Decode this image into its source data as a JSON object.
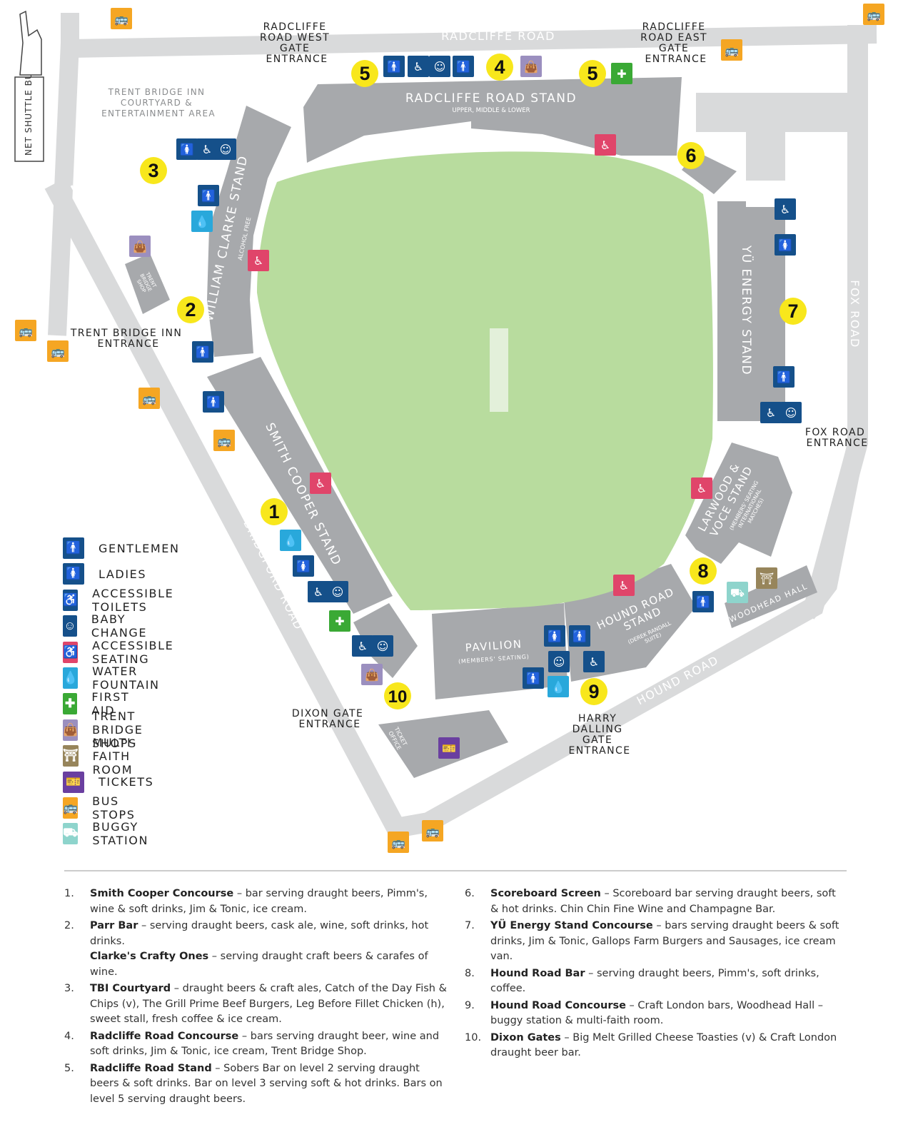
{
  "shuttle_stop": "NET SHUTTLE BUS STOP",
  "roads": {
    "radcliffe": "RADCLIFFE ROAD",
    "fox": "FOX ROAD",
    "hound": "HOUND ROAD",
    "bridgford": "BRIDGFORD ROAD"
  },
  "areas": {
    "tbi_courtyard": [
      "TRENT BRIDGE INN",
      "COURTYARD &",
      "ENTERTAINMENT AREA"
    ],
    "trent_bridge_shop": [
      "TRENT",
      "BRIDGE",
      "SHOP"
    ],
    "woodhead_hall": "WOODHEAD HALL",
    "ticket_office": [
      "TICKET",
      "OFFICE"
    ]
  },
  "entrances": {
    "radcliffe_west": [
      "RADCLIFFE",
      "ROAD WEST",
      "GATE",
      "ENTRANCE"
    ],
    "radcliffe_east": [
      "RADCLIFFE",
      "ROAD EAST",
      "GATE",
      "ENTRANCE"
    ],
    "tbi": [
      "TRENT BRIDGE INN",
      "ENTRANCE"
    ],
    "fox_road": [
      "FOX ROAD",
      "ENTRANCE"
    ],
    "dixon_gate": [
      "DIXON GATE",
      "ENTRANCE"
    ],
    "harry_dalling": [
      "HARRY",
      "DALLING",
      "GATE",
      "ENTRANCE"
    ]
  },
  "stands": {
    "radcliffe": {
      "name": "RADCLIFFE ROAD STAND",
      "sub": "UPPER, MIDDLE & LOWER"
    },
    "william_clarke": {
      "name": "WILLIAM CLARKE STAND",
      "sub": "ALCOHOL FREE"
    },
    "smith_cooper": {
      "name": "SMITH COOPER STAND"
    },
    "yu_energy": {
      "name": "YÜ ENERGY STAND"
    },
    "larwood_voce": {
      "name": [
        "LARWOOD &",
        "VOCE STAND"
      ],
      "sub": [
        "(MEMBERS' SEATING",
        "INTERNATIONAL",
        "MATCHES)"
      ]
    },
    "hound_road": {
      "name": [
        "HOUND ROAD",
        "STAND"
      ],
      "sub": [
        "(DEREK RANDALL",
        "SUITE)"
      ]
    },
    "pavilion": {
      "name": "PAVILION",
      "sub": "(MEMBERS' SEATING)"
    }
  },
  "markers": [
    "1",
    "2",
    "3",
    "4",
    "5",
    "5",
    "6",
    "7",
    "8",
    "9",
    "10"
  ],
  "colors": {
    "toilet": "#15508a",
    "accessible_seating": "#e0456a",
    "water": "#29a8db",
    "first_aid": "#3aa935",
    "shop": "#9b8fbf",
    "faith": "#97855b",
    "tickets": "#6a3fa0",
    "bus": "#f5a623",
    "buggy": "#8ed4cc",
    "pitch": "#b8dc9e",
    "stand": "#a7a9ac",
    "road": "#d9dadb",
    "marker": "#f8e71c"
  },
  "legend": [
    {
      "label": "GENTLEMEN",
      "icon": "gentlemen-icon",
      "glyph": "🚹",
      "color": "#15508a"
    },
    {
      "label": "LADIES",
      "icon": "ladies-icon",
      "glyph": "🚺",
      "color": "#15508a"
    },
    {
      "label": "ACCESSIBLE TOILETS",
      "icon": "wheelchair-icon",
      "glyph": "♿",
      "color": "#15508a"
    },
    {
      "label": "BABY CHANGE",
      "icon": "baby-change-icon",
      "glyph": "☺",
      "color": "#15508a"
    },
    {
      "label": "ACCESSIBLE SEATING",
      "icon": "accessible-seating-icon",
      "glyph": "♿",
      "color": "#e0456a"
    },
    {
      "label": "WATER FOUNTAIN",
      "icon": "water-drop-icon",
      "glyph": "💧",
      "color": "#29a8db"
    },
    {
      "label": "FIRST AID",
      "icon": "first-aid-icon",
      "glyph": "✚",
      "color": "#3aa935"
    },
    {
      "label": "TRENT BRIDGE SHOPS",
      "icon": "shopping-bag-icon",
      "glyph": "👜",
      "color": "#9b8fbf"
    },
    {
      "label": "MULTI-FAITH ROOM",
      "icon": "multi-faith-icon",
      "glyph": "⛩",
      "color": "#97855b"
    },
    {
      "label": "TICKETS",
      "icon": "ticket-icon",
      "glyph": "🎫",
      "color": "#6a3fa0"
    },
    {
      "label": "BUS STOPS",
      "icon": "bus-icon",
      "glyph": "🚌",
      "color": "#f5a623"
    },
    {
      "label": "BUGGY STATION",
      "icon": "buggy-icon",
      "glyph": "⛟",
      "color": "#8ed4cc"
    }
  ],
  "notes_left": [
    {
      "num": "1.",
      "parts": [
        {
          "b": "Smith Cooper Concourse",
          "t": " – bar serving draught beers, Pimm's, wine & soft drinks, Jim & Tonic, ice cream."
        }
      ]
    },
    {
      "num": "2.",
      "parts": [
        {
          "b": "Parr Bar",
          "t": " – serving draught beers, cask ale, wine, soft drinks, hot drinks."
        },
        {
          "b": "Clarke's Crafty Ones",
          "t": " – serving draught craft beers & carafes of wine."
        }
      ]
    },
    {
      "num": "3.",
      "parts": [
        {
          "b": "TBI Courtyard",
          "t": " – draught beers & craft ales, Catch of the Day Fish & Chips (v), The Grill Prime Beef Burgers, Leg Before Fillet Chicken (h), sweet stall, fresh coffee & ice cream."
        }
      ]
    },
    {
      "num": "4.",
      "parts": [
        {
          "b": "Radcliffe Road Concourse",
          "t": " – bars serving draught beer, wine and soft drinks, Jim & Tonic, ice cream, Trent Bridge Shop."
        }
      ]
    },
    {
      "num": "5.",
      "parts": [
        {
          "b": "Radcliffe Road Stand",
          "t": " – Sobers Bar on level 2 serving draught beers & soft drinks.  Bar on level 3 serving soft & hot drinks. Bars on level 5 serving draught beers."
        }
      ]
    }
  ],
  "notes_right": [
    {
      "num": "6.",
      "parts": [
        {
          "b": "Scoreboard Screen",
          "t": " – Scoreboard bar serving draught beers, soft & hot drinks. Chin Chin Fine Wine and Champagne Bar."
        }
      ]
    },
    {
      "num": "7.",
      "parts": [
        {
          "b": "YÜ Energy Stand Concourse",
          "t": " – bars serving draught beers & soft drinks, Jim & Tonic, Gallops Farm Burgers and Sausages, ice cream van."
        }
      ]
    },
    {
      "num": "8.",
      "parts": [
        {
          "b": "Hound Road Bar",
          "t": " – serving draught beers, Pimm's, soft drinks, coffee."
        }
      ]
    },
    {
      "num": "9.",
      "parts": [
        {
          "b": "Hound Road Concourse",
          "t": " – Craft London bars, Woodhead Hall – buggy station & multi-faith room."
        }
      ]
    },
    {
      "num": "10.",
      "parts": [
        {
          "b": "Dixon Gates",
          "t": " – Big Melt Grilled Cheese Toasties (v) & Craft London draught beer bar."
        }
      ]
    }
  ]
}
